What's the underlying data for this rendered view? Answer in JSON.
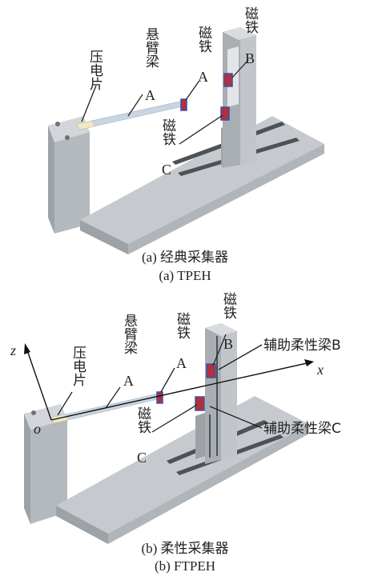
{
  "panel_a": {
    "labels": {
      "piezo": "压电片",
      "beam_a": "悬臂梁",
      "beam_a_letter": "A",
      "magnet_a": "磁铁",
      "magnet_a_letter": "A",
      "magnet_b": "磁铁",
      "magnet_b_letter": "B",
      "magnet_c": "磁铁",
      "magnet_c_letter": "C"
    },
    "caption_cn": "(a) 经典采集器",
    "caption_en": "(a) TPEH"
  },
  "panel_b": {
    "labels": {
      "piezo": "压电片",
      "beam_a": "悬臂梁",
      "beam_a_letter": "A",
      "magnet_a": "磁铁",
      "magnet_a_letter": "A",
      "magnet_b": "磁铁",
      "magnet_b_letter": "B",
      "magnet_c": "磁铁",
      "magnet_c_letter": "C",
      "aux_beam_b": "辅助柔性梁B",
      "aux_beam_c": "辅助柔性梁C",
      "axis_z": "z",
      "axis_x": "x",
      "origin": "o"
    },
    "caption_cn": "(b) 柔性采集器",
    "caption_en": "(b) FTPEH"
  },
  "colors": {
    "frame_top": "#d2d6da",
    "frame_side": "#a9aeb3",
    "frame_dark": "#8d9297",
    "slot": "#4d5257",
    "beam": "#c9d6e2",
    "piezo": "#f1e9c6",
    "magnet_red": "#b0303c",
    "magnet_blue": "#3b50a8"
  }
}
